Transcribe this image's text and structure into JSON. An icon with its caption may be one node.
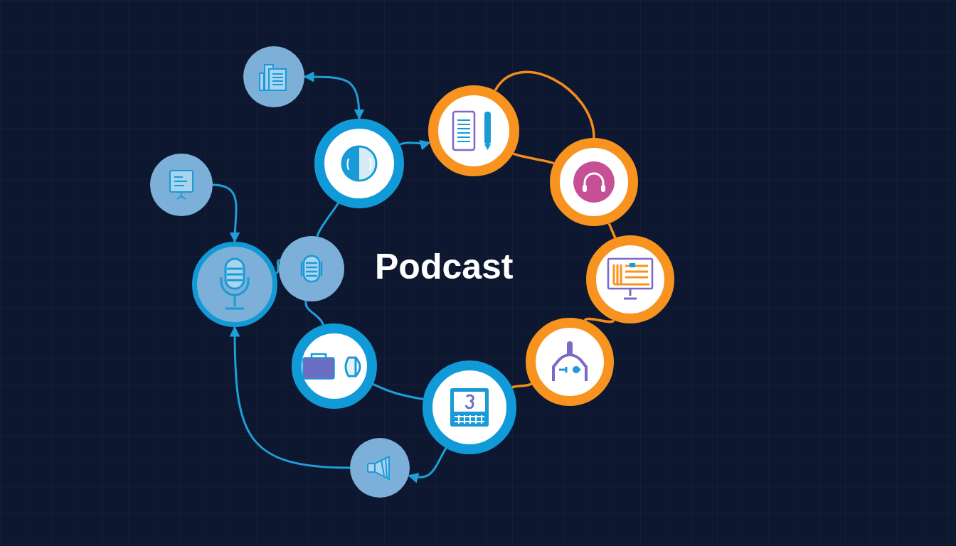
{
  "diagram": {
    "title": "Podcast",
    "nodes": [
      {
        "text": [],
        "shape": "circle"
      },
      {
        "text": [],
        "shape": "circle"
      },
      {
        "text": [],
        "shape": "circle"
      },
      {
        "text": [],
        "shape": "circle"
      },
      {
        "text": [],
        "shape": "circle"
      },
      {
        "text": [],
        "shape": "circle"
      },
      {
        "text": [],
        "shape": "circle"
      },
      {
        "text": [],
        "shape": "circle"
      },
      {
        "text": [],
        "shape": "circle"
      },
      {
        "text": [],
        "shape": "circle"
      },
      {
        "text": [],
        "shape": "circle"
      },
      {
        "text": [],
        "shape": "circle"
      }
    ],
    "edges": [
      {
        "from": 0,
        "to": 1,
        "arrow": "both"
      },
      {
        "from": 4,
        "to": 6,
        "arrow": "to"
      },
      {
        "from": 1,
        "to": 2,
        "arrow": "to"
      },
      {
        "from": 7,
        "to": 1,
        "arrow": "none"
      },
      {
        "from": 6,
        "to": 7,
        "arrow": "none"
      },
      {
        "from": 7,
        "to": 8,
        "arrow": "none"
      },
      {
        "from": 8,
        "to": 10,
        "arrow": "none"
      },
      {
        "from": 10,
        "to": 11,
        "arrow": "to"
      },
      {
        "from": 11,
        "to": 6,
        "arrow": "to"
      },
      {
        "from": 2,
        "to": 3,
        "arrow": "none",
        "color": "#f28c1c"
      },
      {
        "from": 2,
        "to": 3,
        "arrow": "none",
        "color": "#f28c1c"
      },
      {
        "from": 3,
        "to": 5,
        "arrow": "none",
        "color": "#f28c1c"
      },
      {
        "from": 5,
        "to": 9,
        "arrow": "none",
        "color": "#f28c1c"
      },
      {
        "from": 9,
        "to": 10,
        "arrow": "none",
        "color": "#f28c1c"
      }
    ]
  }
}
